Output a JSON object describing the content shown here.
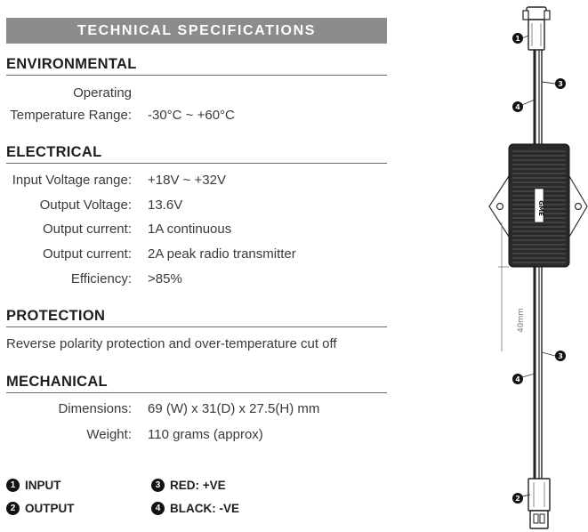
{
  "title": "TECHNICAL SPECIFICATIONS",
  "environmental": {
    "heading": "ENVIRONMENTAL",
    "label_line1": "Operating",
    "label_line2": "Temperature Range:",
    "value": "-30°C ~ +60°C"
  },
  "electrical": {
    "heading": "ELECTRICAL",
    "rows": [
      {
        "label": "Input Voltage range:",
        "value": "+18V ~ +32V"
      },
      {
        "label": "Output Voltage:",
        "value": "13.6V"
      },
      {
        "label": "Output current:",
        "value": "1A continuous"
      },
      {
        "label": "Output current:",
        "value": "2A peak radio transmitter"
      },
      {
        "label": "Efficiency:",
        "value": ">85%"
      }
    ]
  },
  "protection": {
    "heading": "PROTECTION",
    "text": "Reverse polarity protection and over-temperature cut off"
  },
  "mechanical": {
    "heading": "MECHANICAL",
    "rows": [
      {
        "label": "Dimensions:",
        "value": "69 (W) x 31(D) x 27.5(H) mm"
      },
      {
        "label": "Weight:",
        "value": "110 grams (approx)"
      }
    ]
  },
  "legend": [
    {
      "num": "1",
      "text": "INPUT"
    },
    {
      "num": "2",
      "text": "OUTPUT"
    },
    {
      "num": "3",
      "text": "RED: +VE"
    },
    {
      "num": "4",
      "text": "BLACK: -VE"
    }
  ],
  "diagram": {
    "dimension_label": "40mm",
    "brand_text": "GME",
    "callouts": [
      "1",
      "3",
      "4",
      "3",
      "4",
      "2"
    ]
  }
}
